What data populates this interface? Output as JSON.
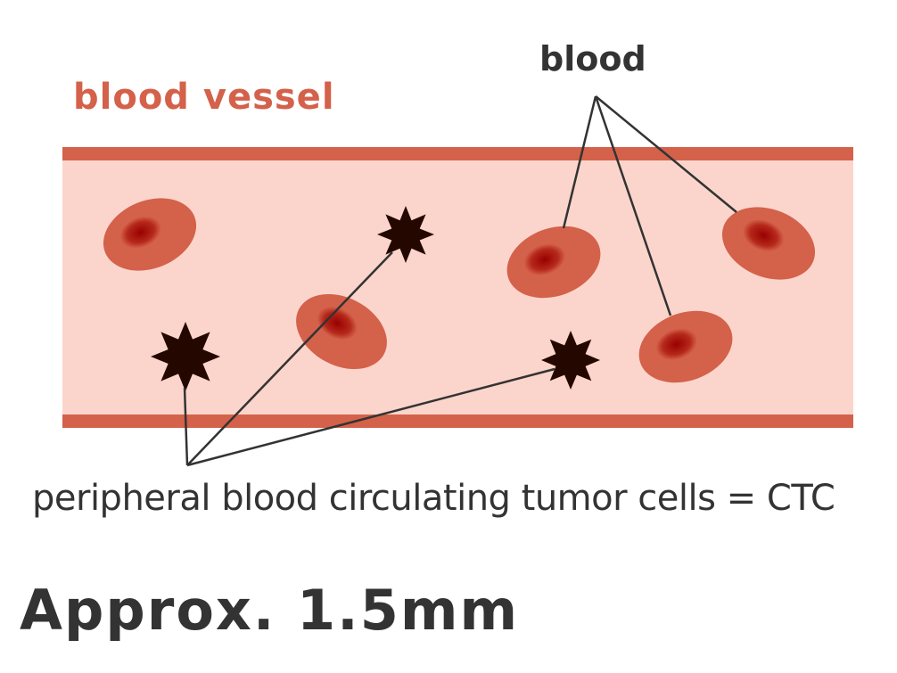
{
  "labels": {
    "vessel": "blood vessel",
    "blood": "blood",
    "ctc": "peripheral blood circulating tumor cells = CTC",
    "scale": "Approx. 1.5mm"
  },
  "colors": {
    "vessel_wall": "#d4614a",
    "vessel_lumen": "#fbd5cc",
    "blood_cell": "#d4614a",
    "blood_cell_center": "#990000",
    "tumor_cell": "#240800",
    "leader_line": "#333333"
  }
}
